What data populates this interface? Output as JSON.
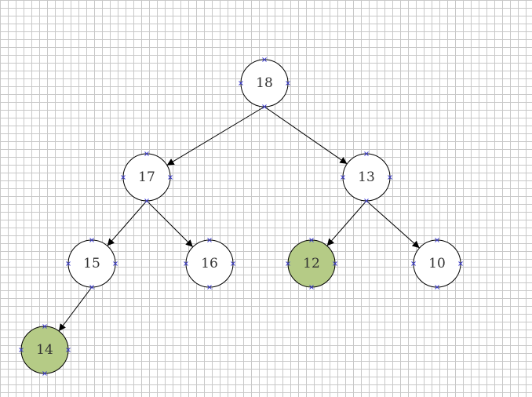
{
  "tree": {
    "nodes": [
      {
        "id": "n18",
        "label": "18",
        "highlighted": false
      },
      {
        "id": "n17",
        "label": "17",
        "highlighted": false
      },
      {
        "id": "n13",
        "label": "13",
        "highlighted": false
      },
      {
        "id": "n15",
        "label": "15",
        "highlighted": false
      },
      {
        "id": "n16",
        "label": "16",
        "highlighted": false
      },
      {
        "id": "n12",
        "label": "12",
        "highlighted": true
      },
      {
        "id": "n10",
        "label": "10",
        "highlighted": false
      },
      {
        "id": "n14",
        "label": "14",
        "highlighted": true
      }
    ],
    "edges": [
      {
        "from": "n18",
        "to": "n17"
      },
      {
        "from": "n18",
        "to": "n13"
      },
      {
        "from": "n17",
        "to": "n15"
      },
      {
        "from": "n17",
        "to": "n16"
      },
      {
        "from": "n13",
        "to": "n12"
      },
      {
        "from": "n13",
        "to": "n10"
      },
      {
        "from": "n15",
        "to": "n14"
      }
    ]
  },
  "colors": {
    "node_fill": "#ffffff",
    "highlight_fill": "#b5cb86",
    "stroke": "#000000",
    "connector_mark": "#3a3ad0"
  }
}
